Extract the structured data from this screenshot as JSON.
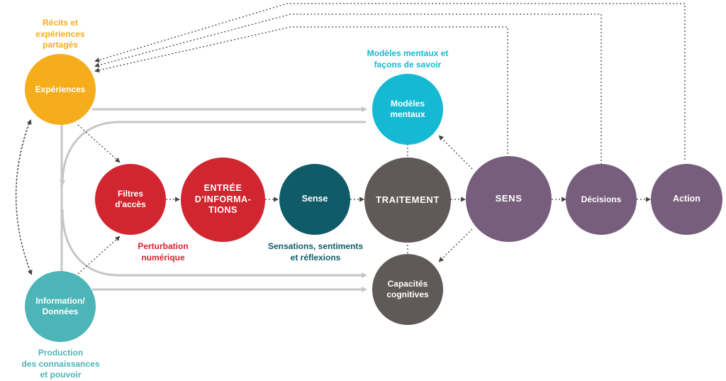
{
  "colors": {
    "orange": "#F5AD1B",
    "teal": "#4DB5B8",
    "red": "#D12530",
    "dark_teal": "#0F5B68",
    "gray": "#5F5A58",
    "cyan": "#16B9D4",
    "purple": "#775E7D",
    "connector_gray": "#C6C6C6",
    "dotted": "#444444"
  },
  "nodes": {
    "experiences": "Expériences",
    "information": "Information/\nDonnées",
    "filtres": "Filtres\nd'accès",
    "entree": "ENTRÉE\nD'INFORMA-\nTIONS",
    "sense": "Sense",
    "traitement": "TRAITEMENT",
    "modeles": "Modèles\nmentaux",
    "capacites": "Capacités\ncognitives",
    "sens": "SENS",
    "decisions": "Décisions",
    "action": "Action"
  },
  "labels": {
    "recits": "Récits et\nexpériences\npartagés",
    "modeles_savoir": "Modèles mentaux et\nfaçons de savoir",
    "perturbation": "Perturbation\nnumérique",
    "sensations": "Sensations, sentiments\net réflexions",
    "production": "Production\ndes connaissances\net pouvoir"
  }
}
